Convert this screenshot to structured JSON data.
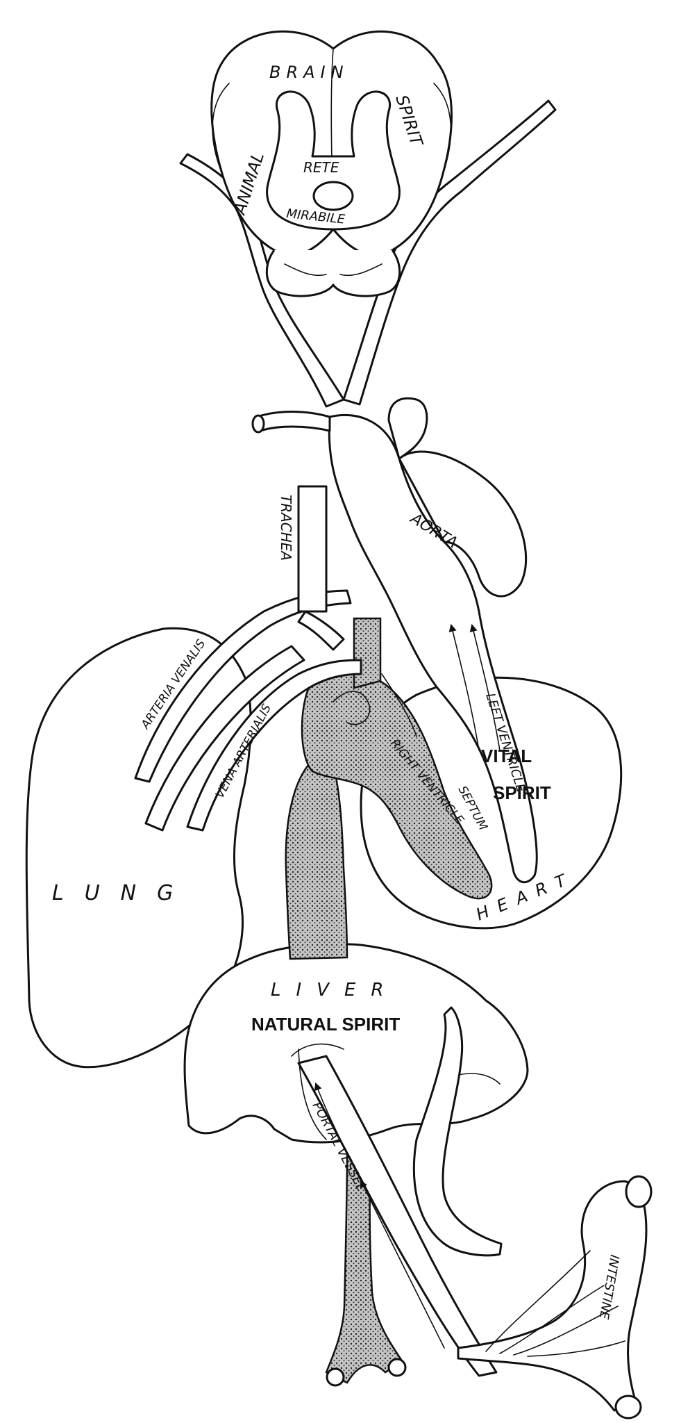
{
  "labels": {
    "brain_1": "ANIMAL",
    "brain_2": "BRAIN",
    "brain_3": "SPIRIT",
    "rete_1": "RETE",
    "rete_2": "MIRABILE",
    "aorta": "AORTA",
    "trachea": "TRACHEA",
    "arteria_venalis": "ARTERIA VENALIS",
    "vena_arterialis": "VENA ARTERIALIS",
    "left_ventricle": "LEFT VENTRICLE",
    "right_ventricle": "RIGHT VENTRICLE",
    "septum": "SEPTUM",
    "vital_1": "VITAL",
    "vital_2": "SPIRIT",
    "heart": "HEART",
    "lung": "LUNG",
    "liver": "LIVER",
    "natural_spirit": "NATURAL SPIRIT",
    "portal_vessel": "PORTAL VESSEL",
    "intestine": "INTESTINE"
  },
  "colors": {
    "ink": "#111111",
    "paper": "#ffffff",
    "stipple": "#bdbdbd"
  }
}
